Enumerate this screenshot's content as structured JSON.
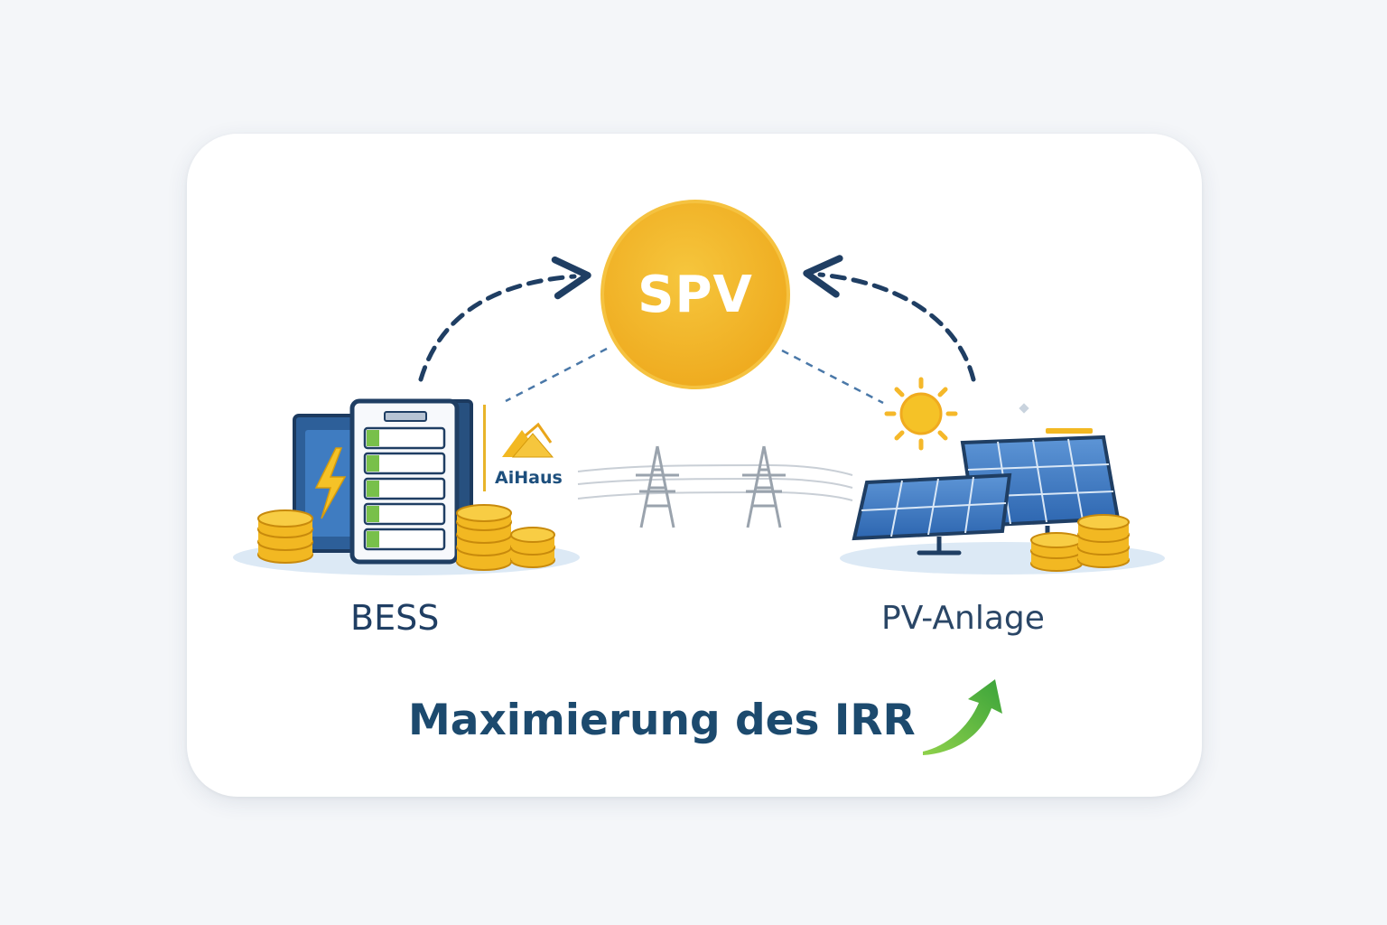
{
  "nodes": {
    "spv": {
      "label": "SPV"
    },
    "bess": {
      "label": "BESS"
    },
    "pv": {
      "label": "PV-Anlage"
    }
  },
  "brand": {
    "name": "AiHaus"
  },
  "footer": {
    "title": "Maximierung des IRR"
  },
  "icons": [
    "battery-storage-icon",
    "lightning-icon",
    "coin-stack-icon",
    "transmission-tower-icon",
    "sun-icon",
    "solar-panel-icon",
    "growth-arrow-icon",
    "aihaus-logo-icon"
  ],
  "colors": {
    "spv_fill": "#f0b429",
    "navy": "#1f3e63",
    "accent_blue": "#2e6db3",
    "coin_gold": "#f2b822",
    "growth_green": "#4caf3a"
  }
}
